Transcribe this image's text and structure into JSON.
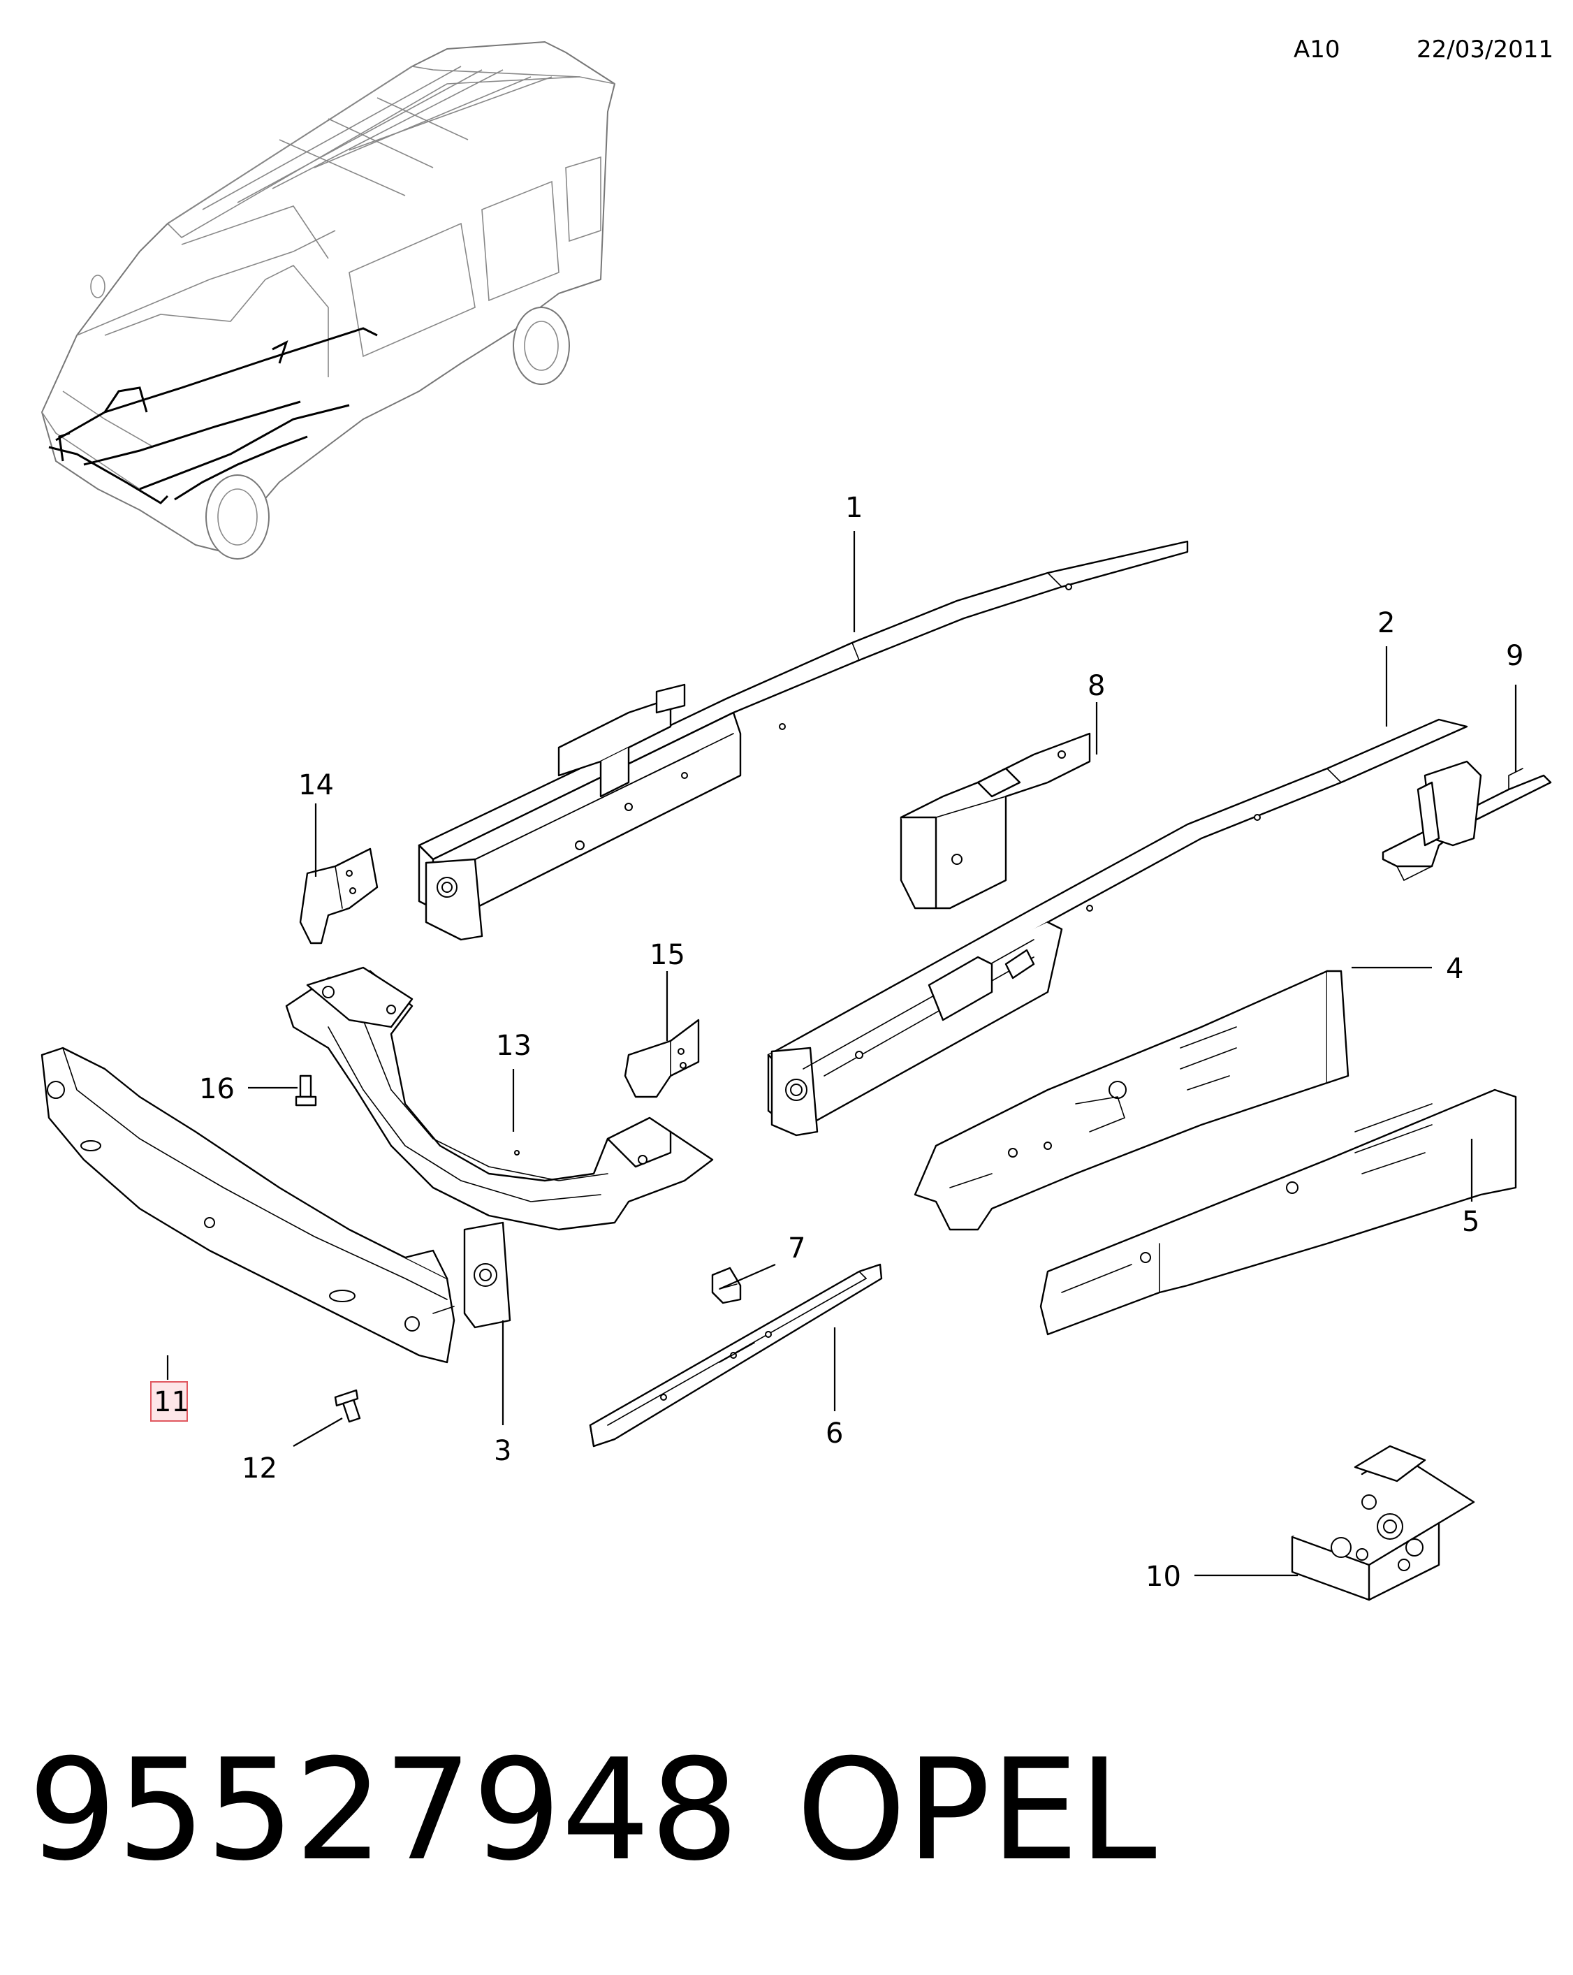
{
  "header": {
    "code": "A10",
    "date": "22/03/2011"
  },
  "callouts": {
    "c1": "1",
    "c2": "2",
    "c3": "3",
    "c4": "4",
    "c5": "5",
    "c6": "6",
    "c7": "7",
    "c8": "8",
    "c9": "9",
    "c10": "10",
    "c11": "11",
    "c12": "12",
    "c13": "13",
    "c14": "14",
    "c15": "15",
    "c16": "16"
  },
  "highlighted_callout": "11",
  "footer": {
    "part_number": "95527948",
    "brand": "OPEL"
  }
}
